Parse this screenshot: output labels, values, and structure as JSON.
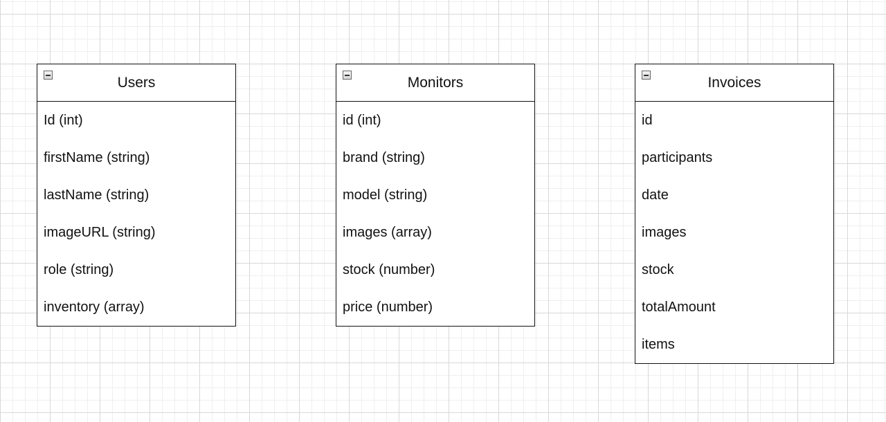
{
  "entities": [
    {
      "title": "Users",
      "fields": [
        "Id (int)",
        "firstName (string)",
        "lastName (string)",
        "imageURL (string)",
        "role (string)",
        "inventory (array)"
      ]
    },
    {
      "title": "Monitors",
      "fields": [
        "id (int)",
        "brand (string)",
        "model (string)",
        "images (array)",
        "stock (number)",
        "price (number)"
      ]
    },
    {
      "title": "Invoices",
      "fields": [
        "id",
        "participants",
        "date",
        "images",
        "stock",
        "totalAmount",
        "items"
      ]
    }
  ]
}
